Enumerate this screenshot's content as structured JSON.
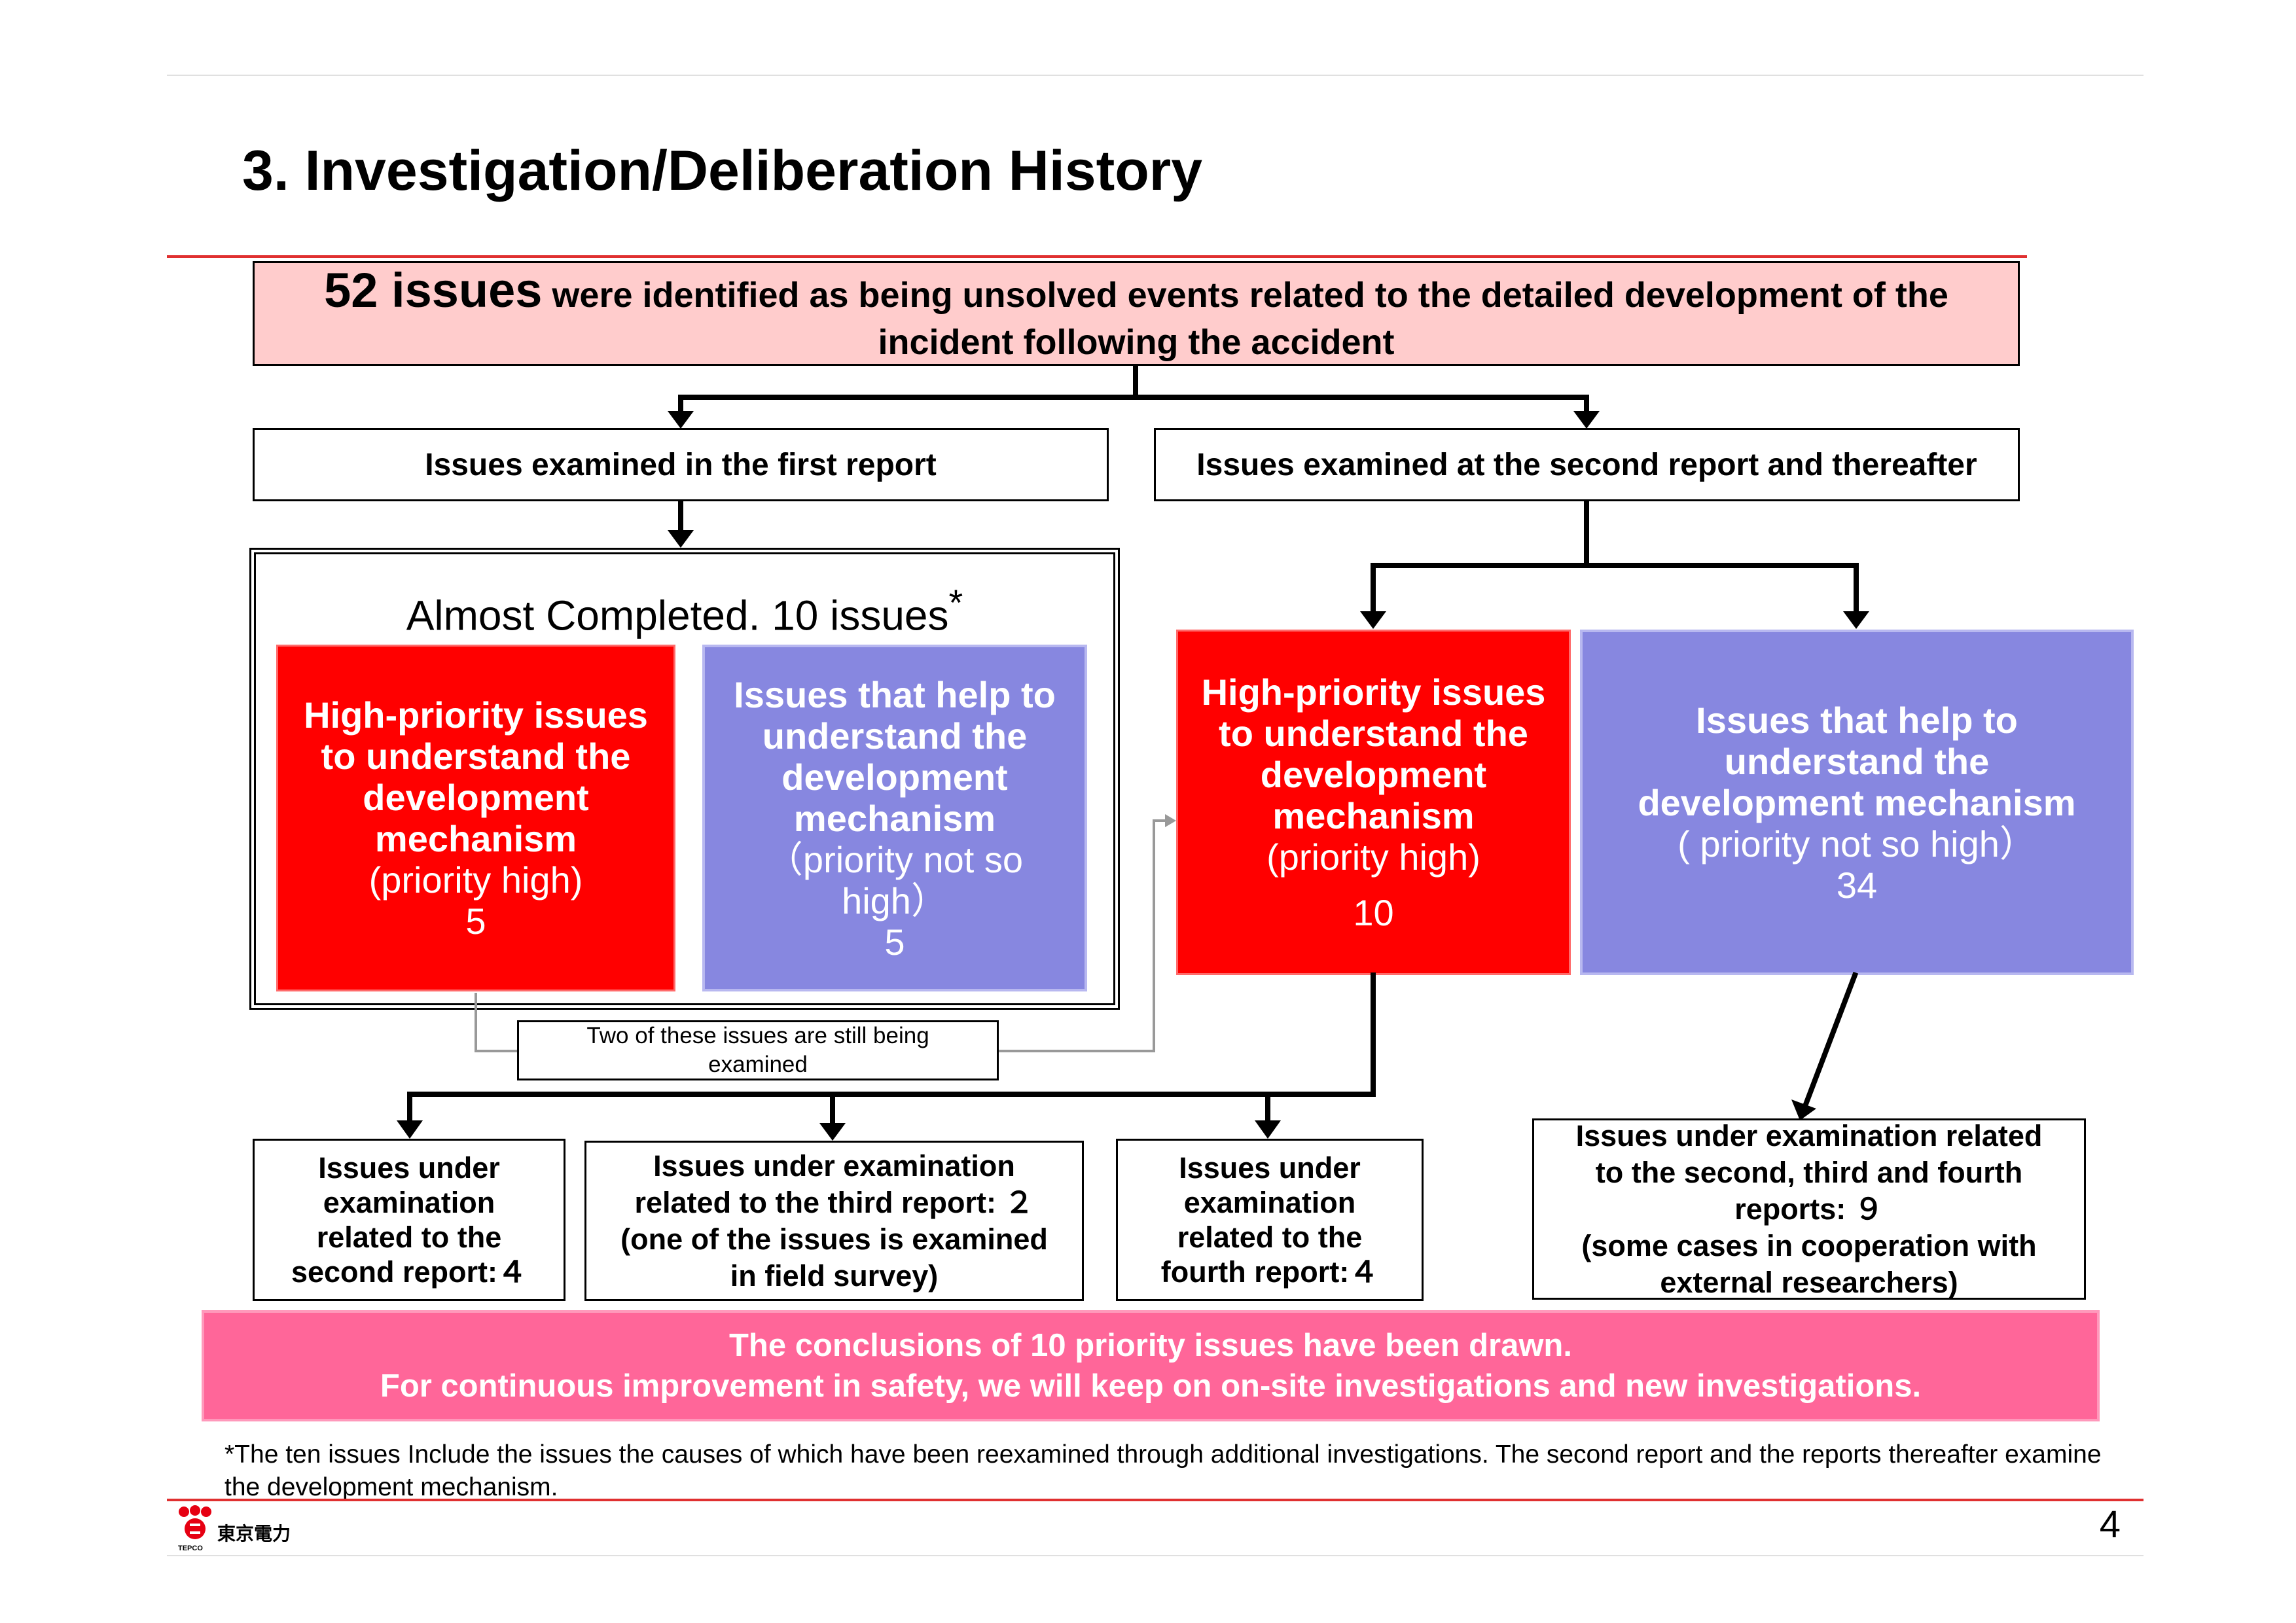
{
  "slide": {
    "title": "3. Investigation/Deliberation History",
    "page_number": "4"
  },
  "top_box": {
    "count": "52 issues",
    "text": " were identified as being unsolved events related to the detailed development of the incident following the accident"
  },
  "first_report": {
    "label": "Issues examined in the first report"
  },
  "second_report": {
    "label": "Issues examined at the second report and thereafter"
  },
  "almost_completed": {
    "title": "Almost Completed. 10 issues",
    "asterisk": "*",
    "high_priority": {
      "title": "High-priority issues to understand the development mechanism",
      "sub": "(priority high)",
      "count": "5"
    },
    "help_issues": {
      "title": "Issues that help to understand the development mechanism",
      "sub": "（priority not so high）",
      "count": "5"
    }
  },
  "right_branch": {
    "high_priority": {
      "title": "High-priority issues to understand the development mechanism",
      "sub": "(priority high)",
      "count": "10"
    },
    "help_issues": {
      "title": "Issues that help to understand the development mechanism",
      "sub": "( priority not so high）",
      "count": "34"
    }
  },
  "note_box": {
    "text": "Two of these issues are still being examined"
  },
  "bottom_boxes": [
    {
      "text": "Issues under examination related to the second report:４"
    },
    {
      "text": "Issues under examination related to the third report: ２",
      "sub": "(one of the issues is examined in field survey)"
    },
    {
      "text": "Issues under examination related to the fourth report:４"
    },
    {
      "text": "Issues under examination related to the second, third and fourth reports: ９",
      "sub": "(some cases in cooperation with external researchers)"
    }
  ],
  "conclusion": {
    "line1": "The conclusions of 10 priority issues have been drawn.",
    "line2": "For continuous improvement in safety, we will keep on on-site investigations and new investigations."
  },
  "footnote": "*The ten issues Include the issues the causes of which have been reexamined through additional investigations. The second report and the reports thereafter examine the development mechanism.",
  "logo": {
    "text": "東京電力",
    "sub": "TEPCO"
  },
  "colors": {
    "red": "#ff0000",
    "purple": "#8787e0",
    "pink_box": "#ffcccc",
    "conclusion_pink": "#ff6699",
    "rule_red": "#e03030"
  }
}
